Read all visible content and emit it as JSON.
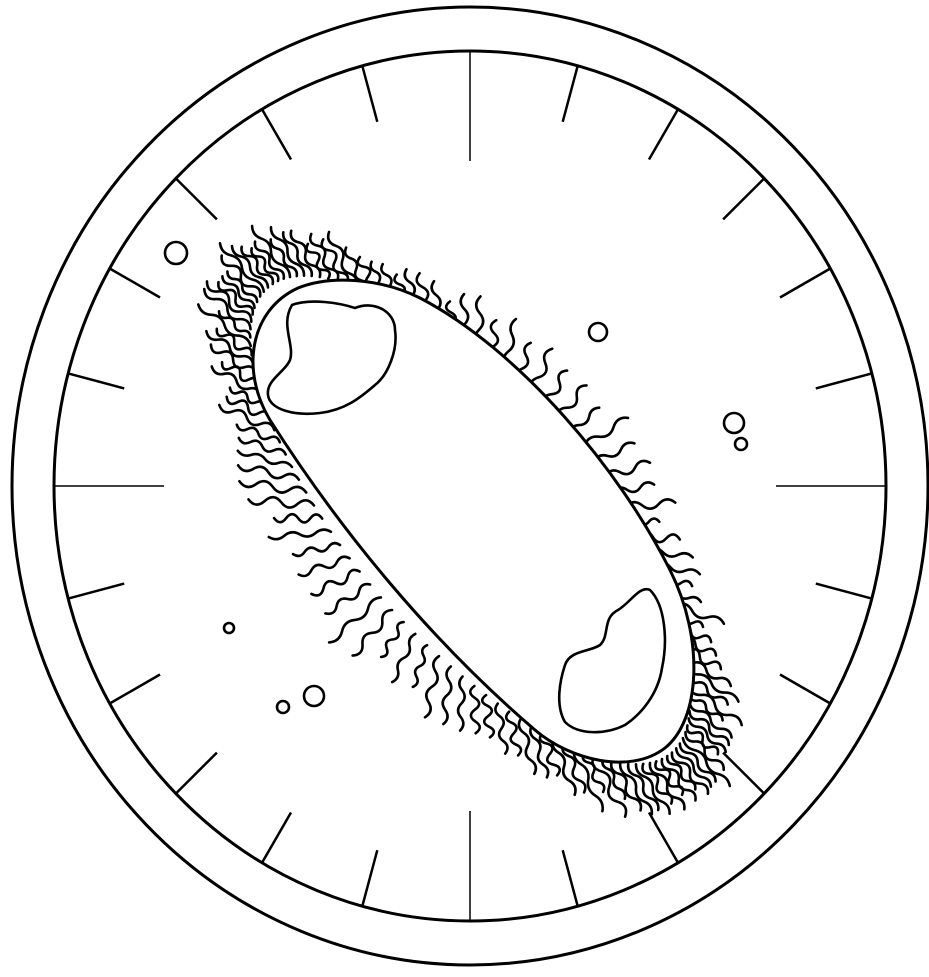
{
  "diagram": {
    "subject": "bacterium-with-flagella",
    "colors": {
      "stroke": "#000000",
      "background": "#ffffff"
    },
    "scale_ticks": {
      "count": 24
    },
    "nuclear_regions": {
      "count": 2
    },
    "particles": {
      "count": 7
    }
  }
}
